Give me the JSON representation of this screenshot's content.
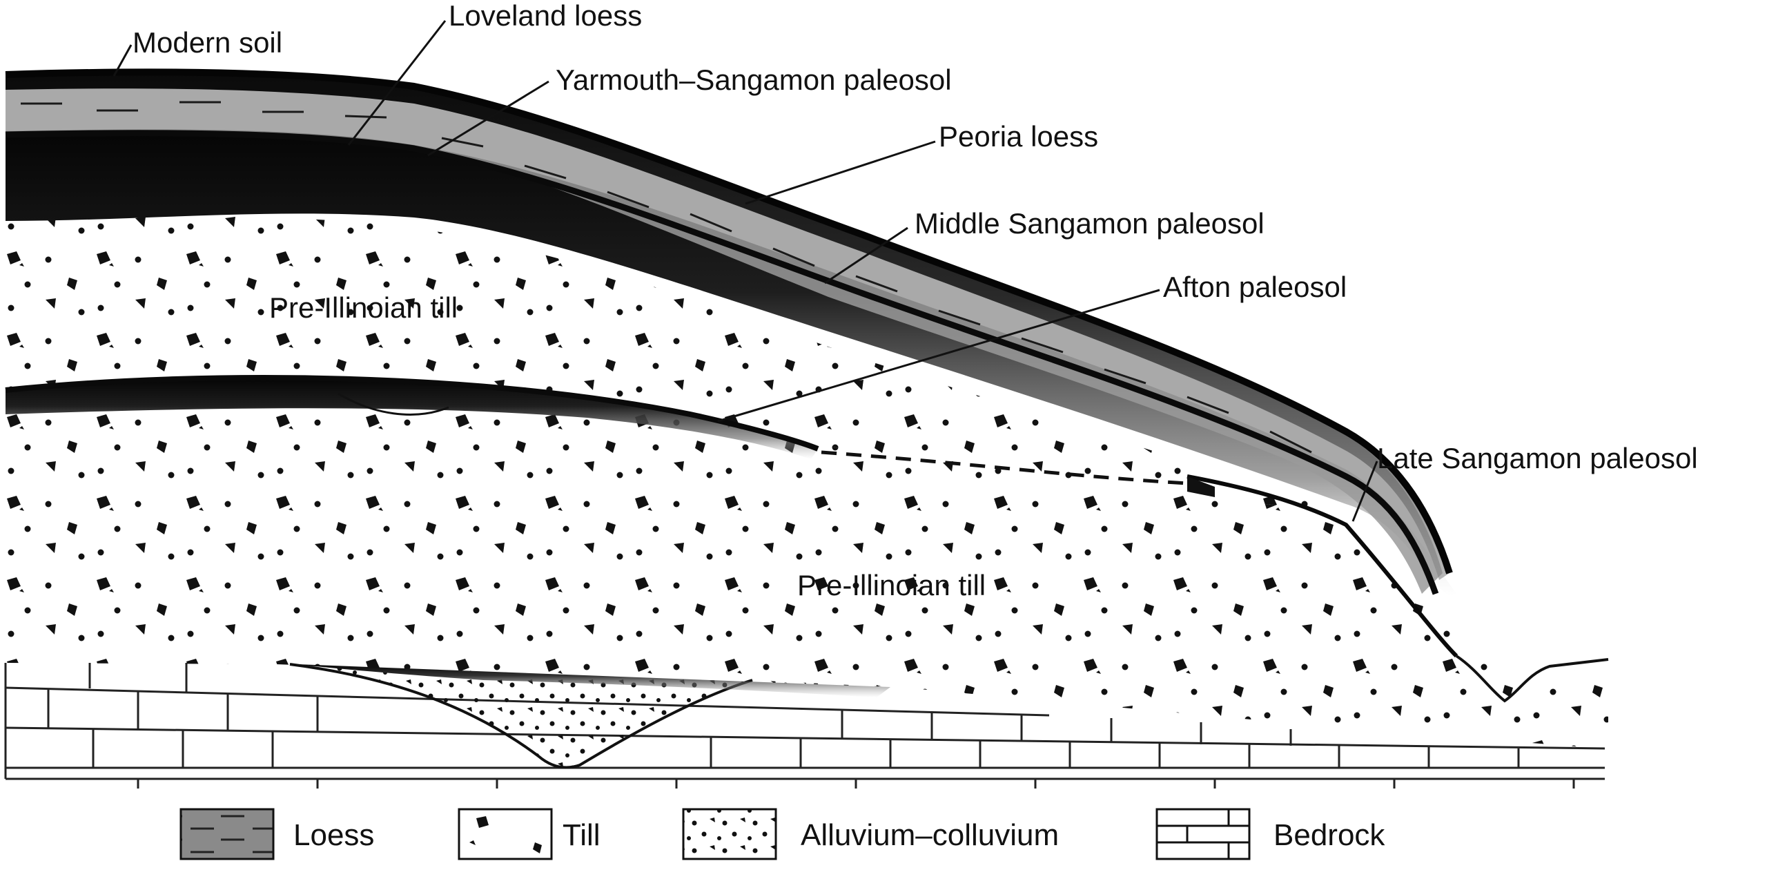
{
  "labels": {
    "modern_soil": "Modern soil",
    "loveland_loess": "Loveland loess",
    "yarmouth_sangamon": "Yarmouth–Sangamon paleosol",
    "peoria_loess": "Peoria loess",
    "middle_sangamon": "Middle Sangamon paleosol",
    "afton": "Afton paleosol",
    "late_sangamon": "Late Sangamon paleosol",
    "till_upper": "Pre-Illinoian till",
    "till_lower": "Pre-Illinoian till"
  },
  "legend": {
    "loess": "Loess",
    "till": "Till",
    "alluvium": "Alluvium–colluvium",
    "bedrock": "Bedrock"
  }
}
